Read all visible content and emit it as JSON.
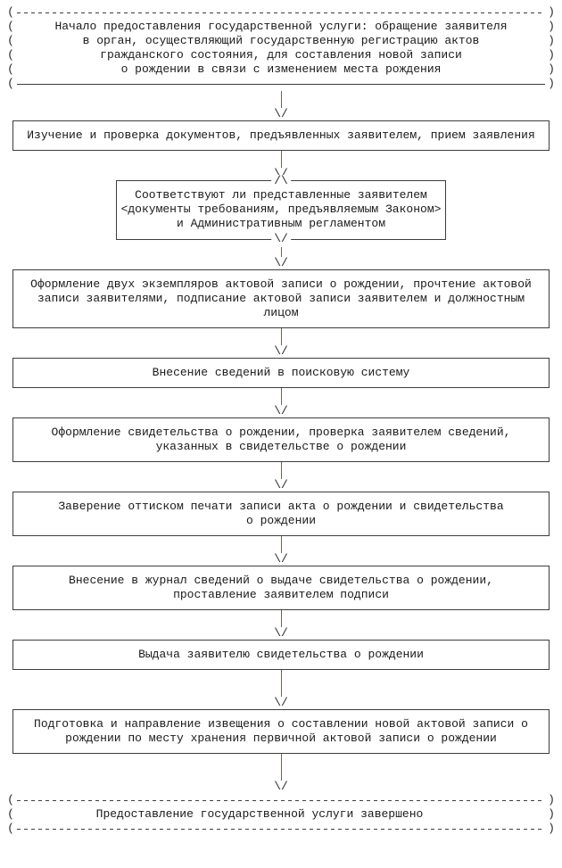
{
  "glyphs": {
    "paren_open": "(",
    "paren_close": ")",
    "arrow_down": "\\/",
    "branch_top": "/\\"
  },
  "nodes": [
    {
      "id": "terminal-start",
      "type": "terminal",
      "lines": [
        "Начало предоставления государственной услуги: обращение заявителя",
        "в орган, осуществляющий государственную регистрацию актов",
        "гражданского состояния, для составления новой записи",
        "о рождении в связи с изменением места рождения"
      ]
    },
    {
      "id": "step-review-documents",
      "type": "process",
      "lines": [
        "Изучение и проверка документов, предъявленных заявителем, прием заявления"
      ]
    },
    {
      "id": "decision-documents-compliance",
      "type": "decision",
      "lines": [
        "Соответствуют ли представленные заявителем",
        "<документы требованиям, предъявляемым Законом>",
        "и Административным регламентом"
      ]
    },
    {
      "id": "step-draft-act-record",
      "type": "process",
      "lines": [
        "Оформление двух экземпляров актовой записи о рождении, прочтение актовой",
        "записи заявителями, подписание актовой записи заявителем и должностным",
        "лицом"
      ]
    },
    {
      "id": "step-search-system-entry",
      "type": "process",
      "lines": [
        "Внесение сведений в поисковую систему"
      ]
    },
    {
      "id": "step-certificate-prepare",
      "type": "process",
      "lines": [
        "Оформление свидетельства о рождении, проверка заявителем сведений,",
        "указанных в свидетельстве о рождении"
      ]
    },
    {
      "id": "step-seal-certification",
      "type": "process",
      "lines": [
        "Заверение оттиском печати записи акта о рождении и свидетельства",
        "о рождении"
      ]
    },
    {
      "id": "step-journal-entry",
      "type": "process",
      "lines": [
        "Внесение в журнал сведений о выдаче свидетельства о рождении,",
        "проставление заявителем подписи"
      ]
    },
    {
      "id": "step-certificate-handover",
      "type": "process",
      "lines": [
        "Выдача заявителю свидетельства о рождении"
      ]
    },
    {
      "id": "step-notice-dispatch",
      "type": "process",
      "lines": [
        "Подготовка и направление извещения о составлении новой актовой записи о",
        "рождении по месту хранения первичной актовой записи о рождении"
      ]
    },
    {
      "id": "terminal-end",
      "type": "terminal",
      "lines": [
        "Предоставление государственной услуги завершено"
      ]
    }
  ]
}
